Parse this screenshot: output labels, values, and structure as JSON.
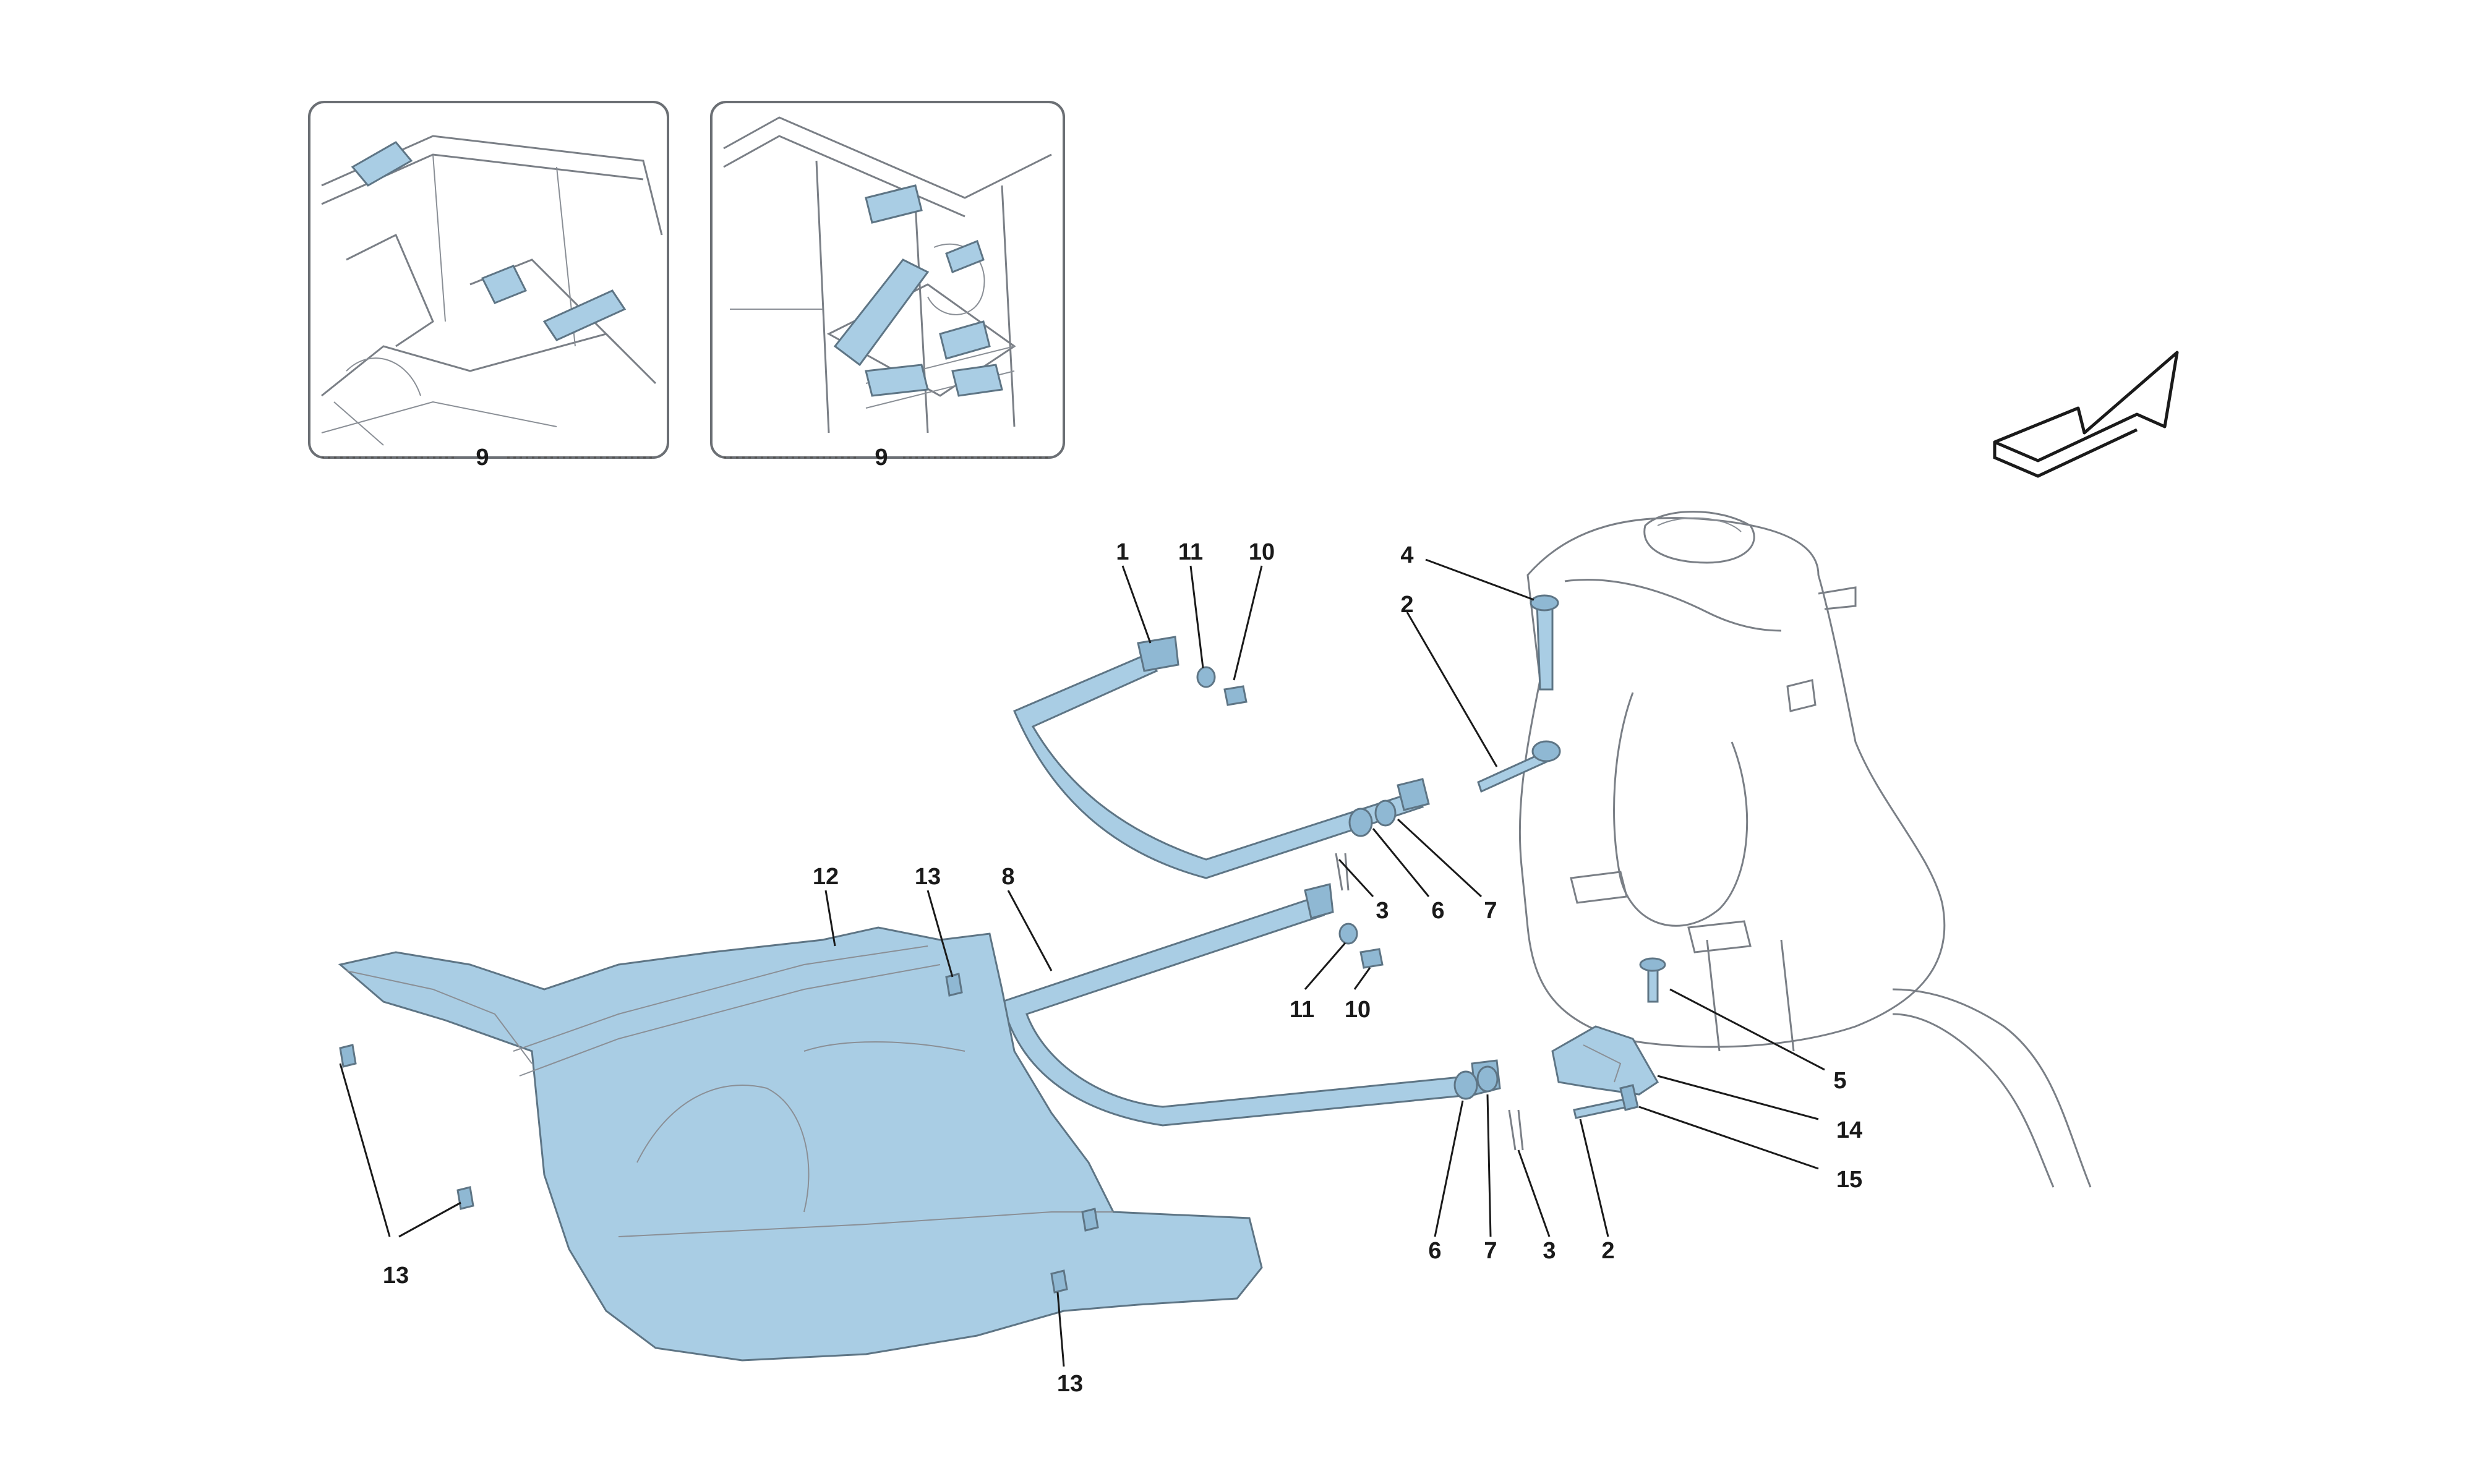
{
  "insets": [
    {
      "label": "9"
    },
    {
      "label": "9"
    }
  ],
  "callouts": {
    "c1": "1",
    "c11a": "11",
    "c10a": "10",
    "c4": "4",
    "c2a": "2",
    "c12": "12",
    "c13a": "13",
    "c8": "8",
    "c3a": "3",
    "c6a": "6",
    "c7a": "7",
    "c11b": "11",
    "c10b": "10",
    "c5": "5",
    "c14": "14",
    "c15": "15",
    "c13b": "13",
    "c13c": "13",
    "c6b": "6",
    "c7b": "7",
    "c3b": "3",
    "c2b": "2"
  },
  "icons": {
    "direction": "arrow-icon"
  },
  "colors": {
    "part_fill": "#a9cde4",
    "outline": "#7a7f86"
  }
}
